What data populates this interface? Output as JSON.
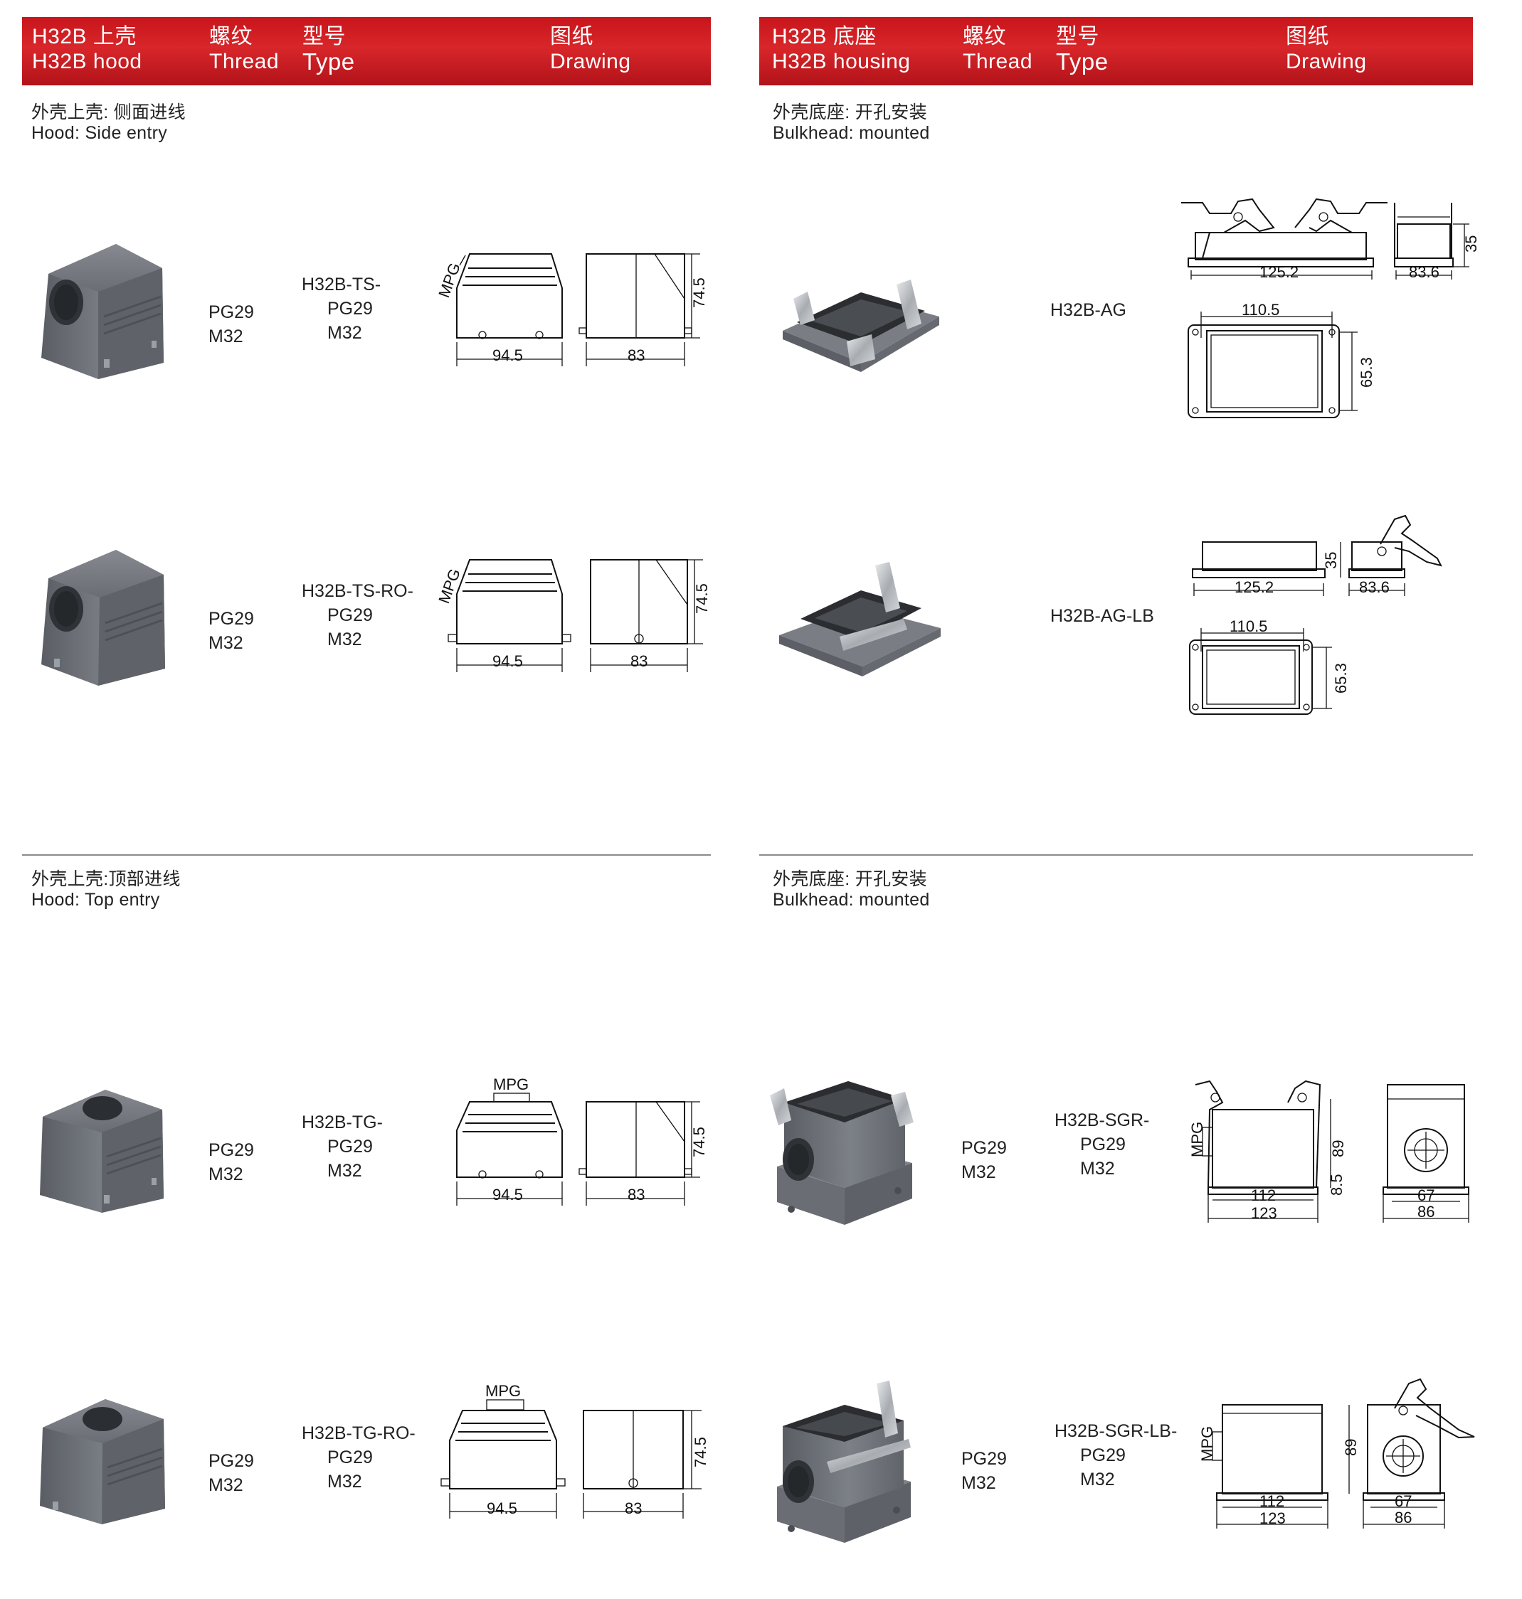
{
  "left_header": {
    "product_cn": "H32B 上壳",
    "product_en": "H32B hood",
    "thread_cn": "螺纹",
    "thread_en": "Thread",
    "type_cn": "型号",
    "type_en": "Type",
    "drawing_cn": "图纸",
    "drawing_en": "Drawing"
  },
  "right_header": {
    "product_cn": "H32B 底座",
    "product_en": "H32B housing",
    "thread_cn": "螺纹",
    "thread_en": "Thread",
    "type_cn": "型号",
    "type_en": "Type",
    "drawing_cn": "图纸",
    "drawing_en": "Drawing"
  },
  "sections": {
    "hood_side": {
      "cn": "外壳上壳: 侧面进线",
      "en": "Hood: Side entry"
    },
    "bulkhead_1": {
      "cn": "外壳底座: 开孔安装",
      "en": "Bulkhead: mounted"
    },
    "hood_top": {
      "cn": "外壳上壳:顶部进线",
      "en": "Hood: Top entry"
    },
    "bulkhead_2": {
      "cn": "外壳底座: 开孔安装",
      "en": "Bulkhead: mounted"
    }
  },
  "products": [
    {
      "type": "H32B-TS-",
      "thread": [
        "PG29",
        "M32"
      ],
      "type_variants": [
        "PG29",
        "M32"
      ],
      "dims": {
        "width": "94.5",
        "depth": "83",
        "height": "74.5",
        "entry": "MPG"
      }
    },
    {
      "type": "H32B-TS-RO-",
      "thread": [
        "PG29",
        "M32"
      ],
      "type_variants": [
        "PG29",
        "M32"
      ],
      "dims": {
        "width": "94.5",
        "depth": "83",
        "height": "74.5",
        "entry": "MPG"
      }
    },
    {
      "type": "H32B-AG",
      "dims": {
        "length": "125.2",
        "depth": "83.6",
        "height": "35",
        "hole_x": "110.5",
        "hole_y": "65.3"
      }
    },
    {
      "type": "H32B-AG-LB",
      "dims": {
        "length": "125.2",
        "depth": "83.6",
        "height": "35",
        "hole_x": "110.5",
        "hole_y": "65.3"
      }
    },
    {
      "type": "H32B-TG-",
      "thread": [
        "PG29",
        "M32"
      ],
      "type_variants": [
        "PG29",
        "M32"
      ],
      "dims": {
        "width": "94.5",
        "depth": "83",
        "height": "74.5",
        "entry": "MPG"
      }
    },
    {
      "type": "H32B-TG-RO-",
      "thread": [
        "PG29",
        "M32"
      ],
      "type_variants": [
        "PG29",
        "M32"
      ],
      "dims": {
        "width": "94.5",
        "depth": "83",
        "height": "74.5",
        "entry": "MPG"
      }
    },
    {
      "type": "H32B-SGR-",
      "thread": [
        "PG29",
        "M32"
      ],
      "type_variants": [
        "PG29",
        "M32"
      ],
      "dims": {
        "height": "89",
        "flange": "8.5",
        "inner": "112",
        "outer": "123",
        "side_inner": "67",
        "side_outer": "86",
        "entry": "MPG"
      }
    },
    {
      "type": "H32B-SGR-LB-",
      "thread": [
        "PG29",
        "M32"
      ],
      "type_variants": [
        "PG29",
        "M32"
      ],
      "dims": {
        "height": "89",
        "inner": "112",
        "outer": "123",
        "side_inner": "67",
        "side_outer": "86",
        "entry": "MPG"
      }
    }
  ],
  "colors": {
    "header_red": "#c8151b",
    "housing_grey": "#6e7278",
    "rule_grey": "#8a8a8a"
  }
}
